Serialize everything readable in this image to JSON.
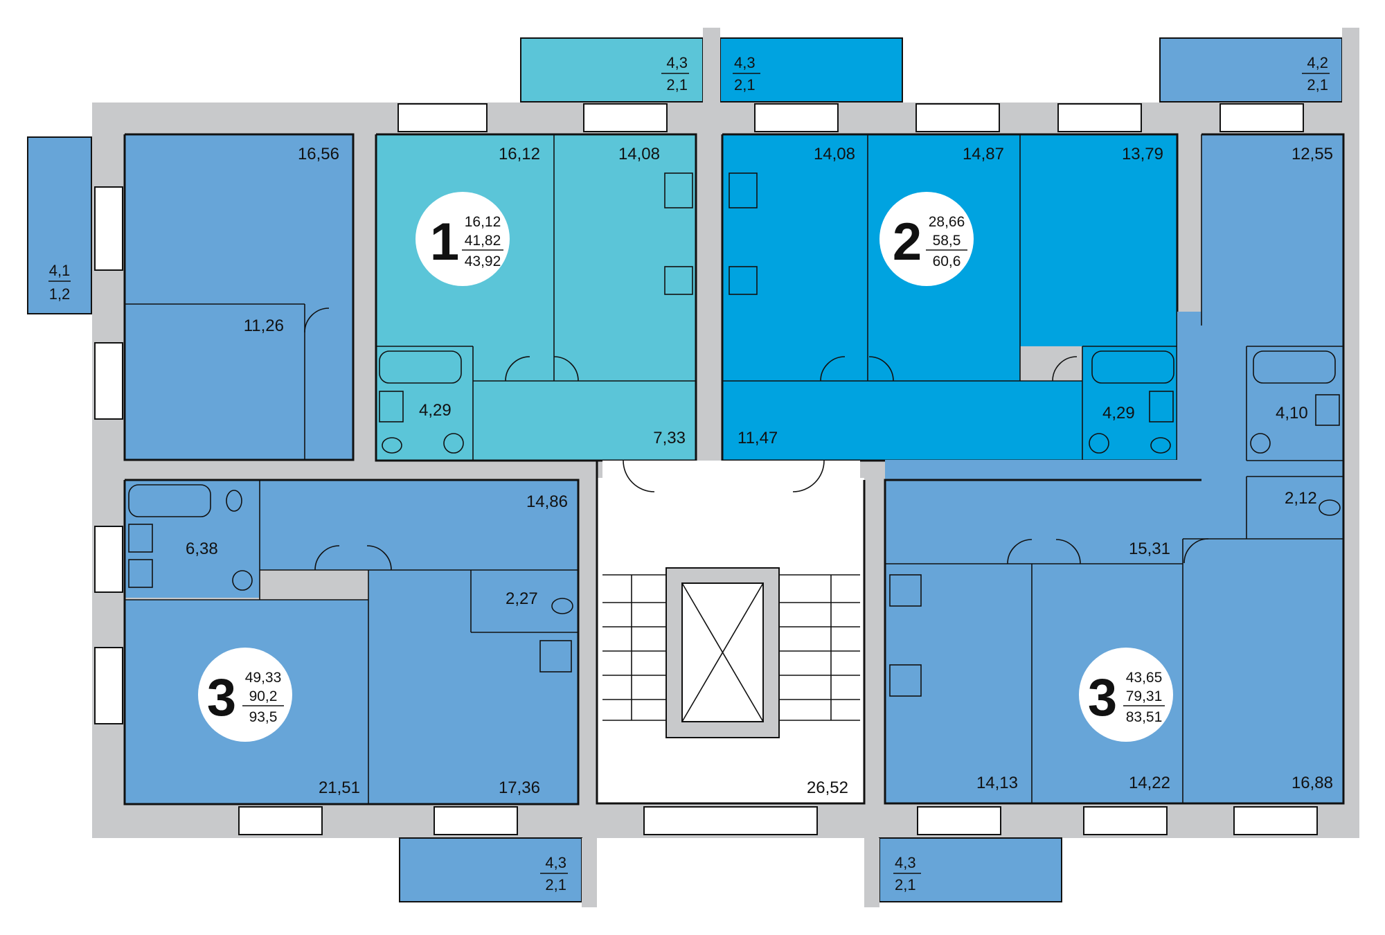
{
  "colors": {
    "apt1": "#5bc5d8",
    "apt2": "#00a3e0",
    "apt3": "#67a5d8",
    "wall": "#c8c9cb",
    "stair": "#ffffff",
    "outline": "#111111"
  },
  "rooms": {
    "r16_56": "16,56",
    "r11_26": "11,26",
    "r16_12": "16,12",
    "r14_08a": "14,08",
    "r4_29a": "4,29",
    "r7_33": "7,33",
    "r14_08b": "14,08",
    "r14_87": "14,87",
    "r13_79": "13,79",
    "r11_47": "11,47",
    "r4_29b": "4,29",
    "r12_55": "12,55",
    "r4_10": "4,10",
    "r2_12": "2,12",
    "r15_31": "15,31",
    "r14_86": "14,86",
    "r6_38": "6,38",
    "r2_27": "2,27",
    "r21_51": "21,51",
    "r17_36": "17,36",
    "r26_52": "26,52",
    "r14_13": "14,13",
    "r14_22": "14,22",
    "r16_88": "16,88"
  },
  "balconies": {
    "left": {
      "area": "4,1",
      "coef": "1,2"
    },
    "top1": {
      "area": "4,3",
      "coef": "2,1"
    },
    "top2": {
      "area": "4,3",
      "coef": "2,1"
    },
    "topRight": {
      "area": "4,2",
      "coef": "2,1"
    },
    "bottomLeft": {
      "area": "4,3",
      "coef": "2,1"
    },
    "bottomRight": {
      "area": "4,3",
      "coef": "2,1"
    }
  },
  "badges": {
    "apt1": {
      "rooms": "1",
      "living": "16,12",
      "total": "41,82",
      "withBalcony": "43,92"
    },
    "apt2": {
      "rooms": "2",
      "living": "28,66",
      "total": "58,5",
      "withBalcony": "60,6"
    },
    "apt3left": {
      "rooms": "3",
      "living": "49,33",
      "total": "90,2",
      "withBalcony": "93,5"
    },
    "apt3right": {
      "rooms": "3",
      "living": "43,65",
      "total": "79,31",
      "withBalcony": "83,51"
    }
  }
}
